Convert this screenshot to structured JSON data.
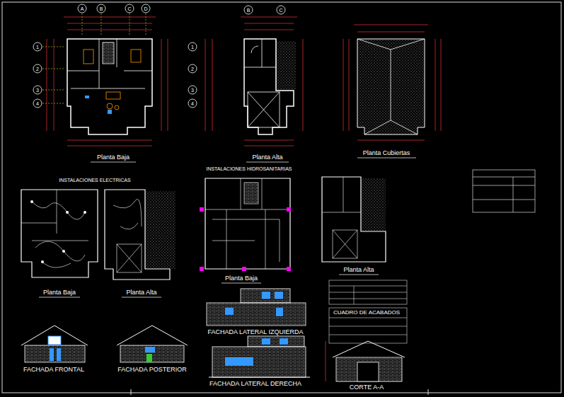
{
  "diagram": {
    "labels": [
      "A",
      "B",
      "C",
      "D",
      "1",
      "2",
      "3",
      "4",
      "B",
      "C",
      "1",
      "2",
      "3",
      "4",
      "Planta Baja",
      "Planta Alta",
      "Planta Cubiertas",
      "INSTALACIONES ELECTRICAS",
      "INSTALACIONES HIDROSANITARIAS",
      "Planta Baja",
      "Planta Alta",
      "Planta Baja",
      "Planta Alta",
      "CUADRO DE ACABADOS",
      "FACHADA FRONTAL",
      "FACHADA POSTERIOR",
      "FACHADA LATERAL IZQUIERDA",
      "FACHADA LATERAL DERECHA",
      "CORTE A-A"
    ]
  }
}
